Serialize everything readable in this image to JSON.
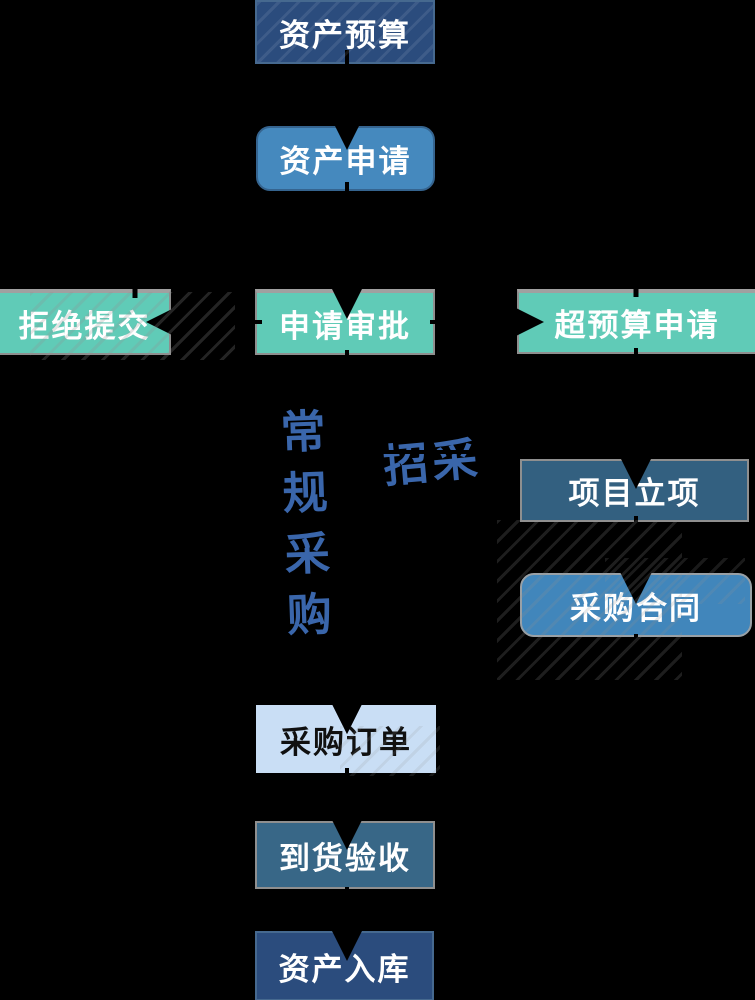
{
  "page": {
    "type": "procurement-asset-flowchart",
    "background_color": "#000000"
  },
  "palette": {
    "navy": "#2B4C7D",
    "navy_border": "#46698F",
    "teal": "#60CBB7",
    "steel_blue": "#336080",
    "steel_blue_2": "#386787",
    "medium_blue": "#4589BE",
    "medium_blue_2": "#4186BB",
    "light_blue": "#C9DEF5",
    "gray_border": "#8F8F8F",
    "label_blue": "#3A66AB",
    "connector_color": "#000000",
    "box_text_light": "#FFFFFF",
    "box_text_dark": "#101010"
  },
  "nodes": {
    "budget": {
      "label": "资产预算",
      "fill": "#2B4C7D"
    },
    "apply": {
      "label": "资产申请",
      "fill": "#4589BE"
    },
    "reject": {
      "label": "拒绝提交",
      "fill": "#60CBB7"
    },
    "approve": {
      "label": "申请审批",
      "fill": "#60CBB7"
    },
    "overbudget": {
      "label": "超预算申请",
      "fill": "#60CBB7"
    },
    "project": {
      "label": "项目立项",
      "fill": "#336080"
    },
    "contract": {
      "label": "采购合同",
      "fill": "#4186BB"
    },
    "order": {
      "label": "采购订单",
      "fill": "#C9DEF5"
    },
    "receive": {
      "label": "到货验收",
      "fill": "#386787"
    },
    "storage": {
      "label": "资产入库",
      "fill": "#2B4C7D"
    }
  },
  "labels": {
    "regular_procurement": {
      "text": "常规采购",
      "color": "#3A66AB",
      "orientation": "vertical"
    },
    "bidding": {
      "text": "招采",
      "color": "#3A66AB",
      "orientation": "horizontal"
    }
  },
  "edges": [
    {
      "from": "budget",
      "to": "apply"
    },
    {
      "from": "apply",
      "to": "approve"
    },
    {
      "from": "approve",
      "to": "reject"
    },
    {
      "from": "approve",
      "to": "overbudget"
    },
    {
      "from": "overbudget",
      "to": "project"
    },
    {
      "from": "approve",
      "to": "project",
      "via_label": "bidding"
    },
    {
      "from": "project",
      "to": "contract"
    },
    {
      "from": "contract",
      "to": "order"
    },
    {
      "from": "approve",
      "to": "order",
      "via_label": "regular_procurement"
    },
    {
      "from": "order",
      "to": "receive"
    },
    {
      "from": "receive",
      "to": "storage"
    }
  ]
}
